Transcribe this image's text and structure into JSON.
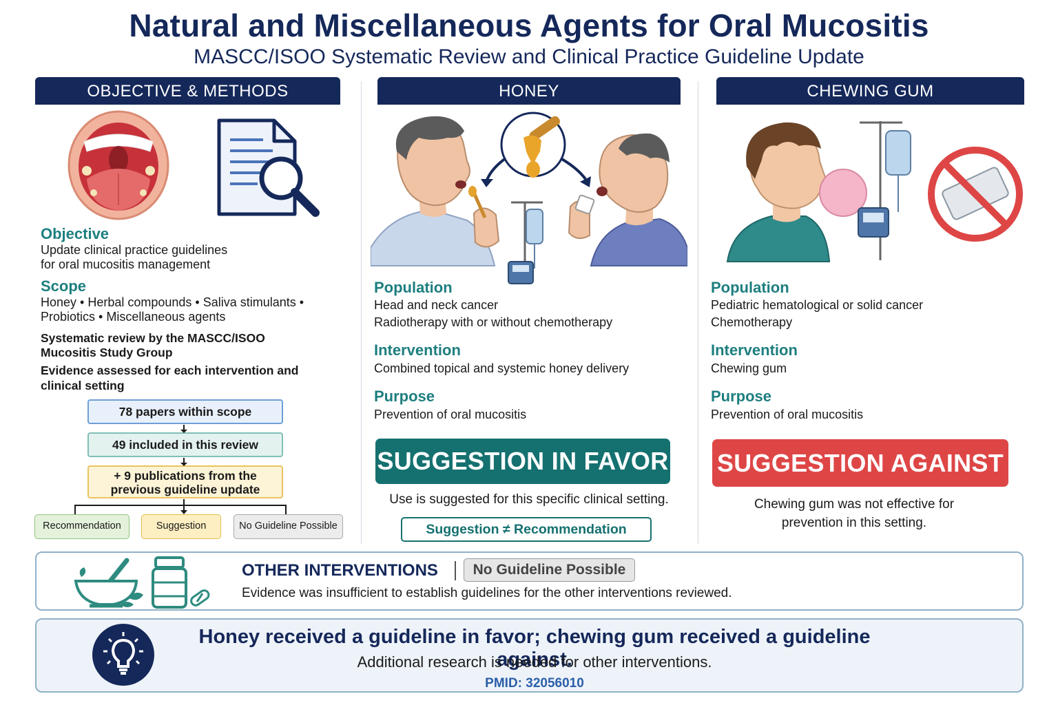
{
  "header": {
    "title": "Natural and Miscellaneous Agents for Oral Mucositis",
    "subtitle": "MASCC/ISOO Systematic Review and Clinical Practice Guideline Update"
  },
  "objective_methods": {
    "header": "OBJECTIVE & METHODS",
    "objective_label": "Objective",
    "objective_line1": "Update clinical practice guidelines",
    "objective_line2": "for oral mucositis management",
    "scope_label": "Scope",
    "scope_line1": "Honey • Herbal compounds • Saliva stimulants •",
    "scope_line2": "Probiotics • Miscellaneous agents",
    "review_line1": "Systematic review by the MASCC/ISOO",
    "review_line2": "Mucositis Study Group",
    "evidence_line1": "Evidence assessed for each intervention and",
    "evidence_line2": "clinical setting",
    "flow": {
      "box1": "78 papers within scope",
      "box2": "49 included in this review",
      "box3_line1": "+ 9 publications from the",
      "box3_line2": "previous guideline update"
    },
    "categories": [
      "Recommendation",
      "Suggestion",
      "No Guideline Possible"
    ]
  },
  "honey": {
    "header": "HONEY",
    "population_label": "Population",
    "population_line1": "Head and neck cancer",
    "population_line2": "Radiotherapy with or without chemotherapy",
    "intervention_label": "Intervention",
    "intervention_text": "Combined topical and systemic honey delivery",
    "purpose_label": "Purpose",
    "purpose_text": "Prevention of oral mucositis",
    "verdict": "SUGGESTION IN FAVOR",
    "note": "Use is suggested for this specific clinical setting.",
    "distinction": "Suggestion ≠ Recommendation"
  },
  "chewing_gum": {
    "header": "CHEWING GUM",
    "population_label": "Population",
    "population_line1": "Pediatric hematological or solid cancer",
    "population_line2": "Chemotherapy",
    "intervention_label": "Intervention",
    "intervention_text": "Chewing gum",
    "purpose_label": "Purpose",
    "purpose_text": "Prevention of oral mucositis",
    "verdict": "SUGGESTION AGAINST",
    "note_line1": "Chewing gum was not effective for",
    "note_line2": "prevention in this setting."
  },
  "other": {
    "title": "OTHER INTERVENTIONS",
    "badge": "No Guideline Possible",
    "text": "Evidence was insufficient to establish guidelines for the other interventions reviewed."
  },
  "summary": {
    "main": "Honey received a guideline in favor; chewing gum received a guideline against.",
    "sub": "Additional research is needed for other interventions.",
    "pmid": "PMID: 32056010"
  },
  "colors": {
    "navy": "#15285a",
    "teal": "#157170",
    "red": "#de4646",
    "section_label": "#1d7e7f"
  },
  "icons": [
    "open-mouth-icon",
    "document-search-icon",
    "honey-dipper-icon",
    "iv-pump-icon",
    "no-gum-icon",
    "mortar-pestle-icon",
    "pill-bottle-icon",
    "capsule-icon",
    "lightbulb-icon"
  ]
}
